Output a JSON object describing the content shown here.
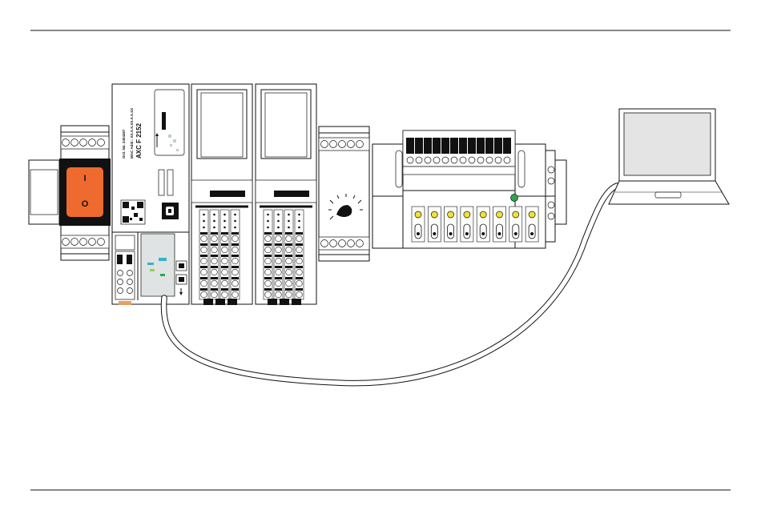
{
  "figure": {
    "plc_model": "AXC F 2152",
    "plc_order_text": "Ord. No. 2404267",
    "plc_mac_text": "MAC Addr.: XX.X.X.XX.X.X.XX",
    "switch_on_symbol": "I",
    "switch_off_symbol": "O",
    "colors": {
      "switch_rocker": "#ee6a2e",
      "status_led_green": "#2aa84a",
      "output_led_yellow": "#f1e234",
      "sd_card_accent": "#36b3c8",
      "laptop_screen": "#e4e4e4"
    },
    "icons": [
      "power-switch-icon",
      "potentiometer-knob-icon",
      "qr-code-icon",
      "sd-card-icon",
      "ethernet-port-icon",
      "laptop-icon"
    ]
  }
}
